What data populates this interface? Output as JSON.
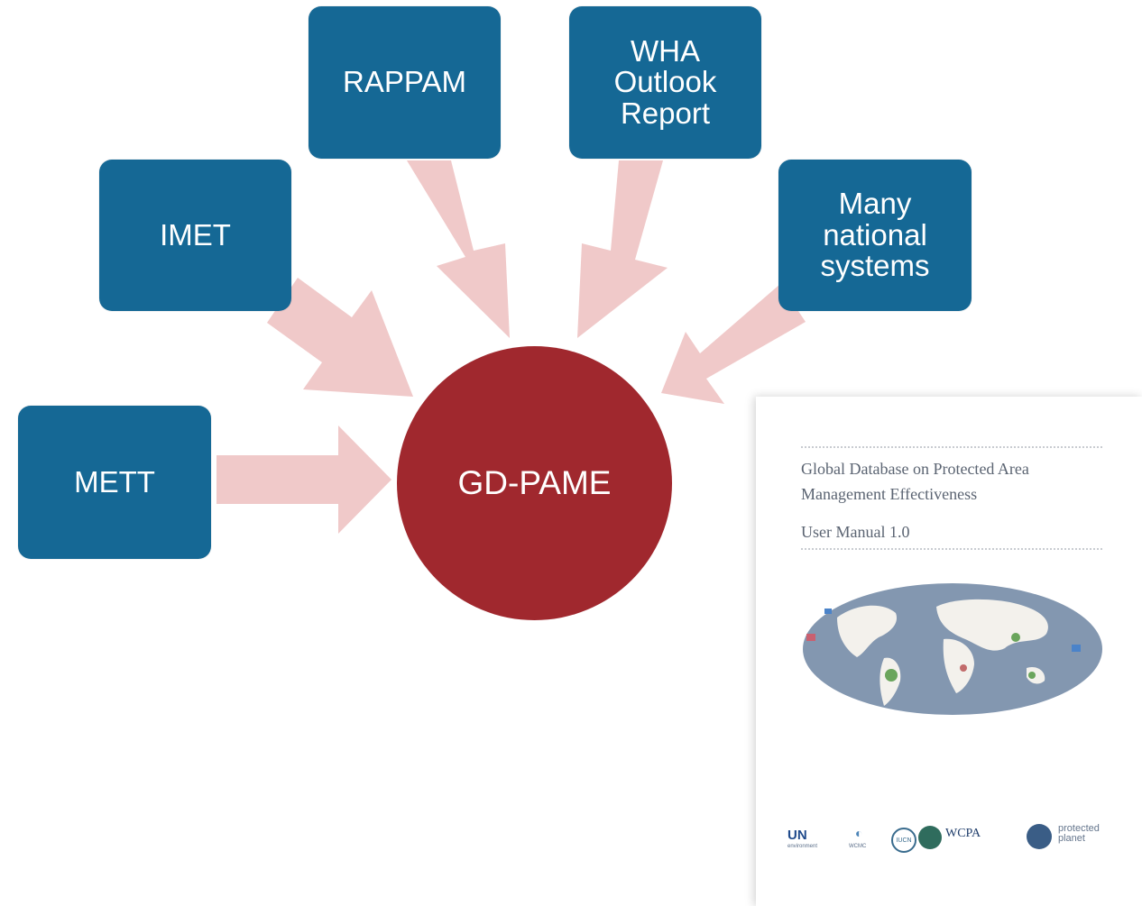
{
  "colors": {
    "node_fill": "#156895",
    "hub_fill": "#a0282e",
    "arrow_fill": "#f0c9c9"
  },
  "diagram": {
    "hub": {
      "label": "GD-PAME"
    },
    "sources": [
      {
        "id": "mett",
        "label": "METT"
      },
      {
        "id": "imet",
        "label": "IMET"
      },
      {
        "id": "rappam",
        "label": "RAPPAM"
      },
      {
        "id": "wha",
        "label": "WHA\nOutlook\nReport"
      },
      {
        "id": "many",
        "label": "Many\nnational\nsystems"
      }
    ]
  },
  "cover": {
    "title_line1": "Global Database on Protected Area",
    "title_line2": "Management Effectiveness",
    "subtitle": "User Manual 1.0",
    "logos": {
      "un": "UN",
      "un_sub": "environment",
      "unep_sub": "WCMC",
      "iucn": "IUCN",
      "wcpa": "WCPA",
      "protected_planet": "protected\nplanet"
    }
  }
}
